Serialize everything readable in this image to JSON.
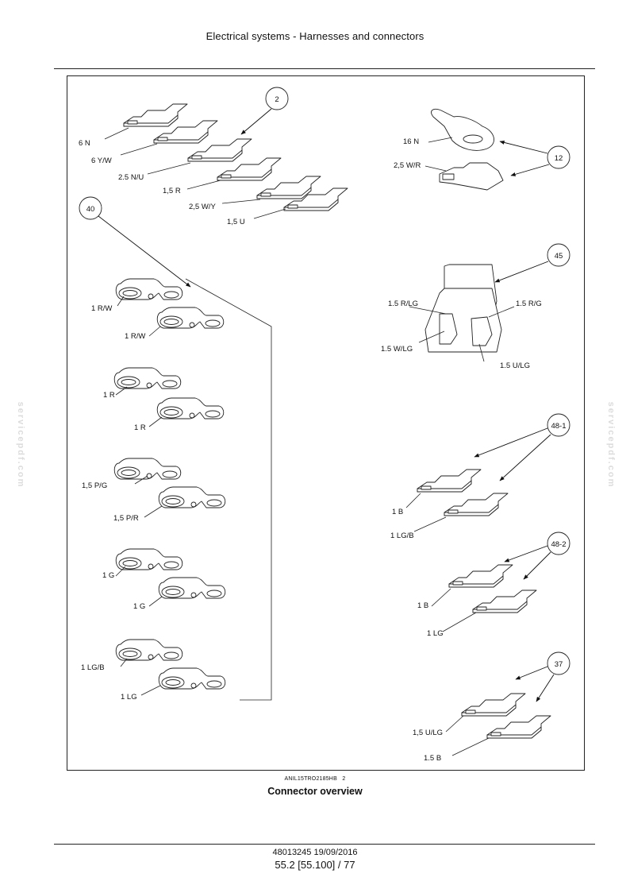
{
  "header": {
    "title": "Electrical systems - Harnesses and connectors"
  },
  "watermark": {
    "left": "servicepdf.com",
    "right": "servicepdf.com"
  },
  "callouts": {
    "c2": "2",
    "c12": "12",
    "c40": "40",
    "c45": "45",
    "c48_1": "48-1",
    "c48_2": "48-2",
    "c37": "37"
  },
  "labels": {
    "g2": [
      "6 N",
      "6 Y/W",
      "2.5 N/U",
      "1,5 R",
      "2,5 W/Y",
      "1,5 U"
    ],
    "g12": [
      "16 N",
      "2,5 W/R"
    ],
    "g45": [
      "1.5 R/LG",
      "1.5 R/G",
      "1.5 W/LG",
      "1.5 U/LG"
    ],
    "g40": [
      "1 R/W",
      "1 R/W",
      "1 R",
      "1 R",
      "1,5 P/G",
      "1,5 P/R",
      "1 G",
      "1 G",
      "1 LG/B",
      "1 LG"
    ],
    "g48_1": [
      "1 B",
      "1 LG/B"
    ],
    "g48_2": [
      "1 B",
      "1 LG"
    ],
    "g37": [
      "1,5 U/LG",
      "1.5 B"
    ]
  },
  "caption": {
    "code": "ANIL15TRO2185HB",
    "number": "2",
    "title": "Connector overview"
  },
  "footer": {
    "doc": "48013245 19/09/2016",
    "page": "55.2 [55.100] / 77"
  }
}
